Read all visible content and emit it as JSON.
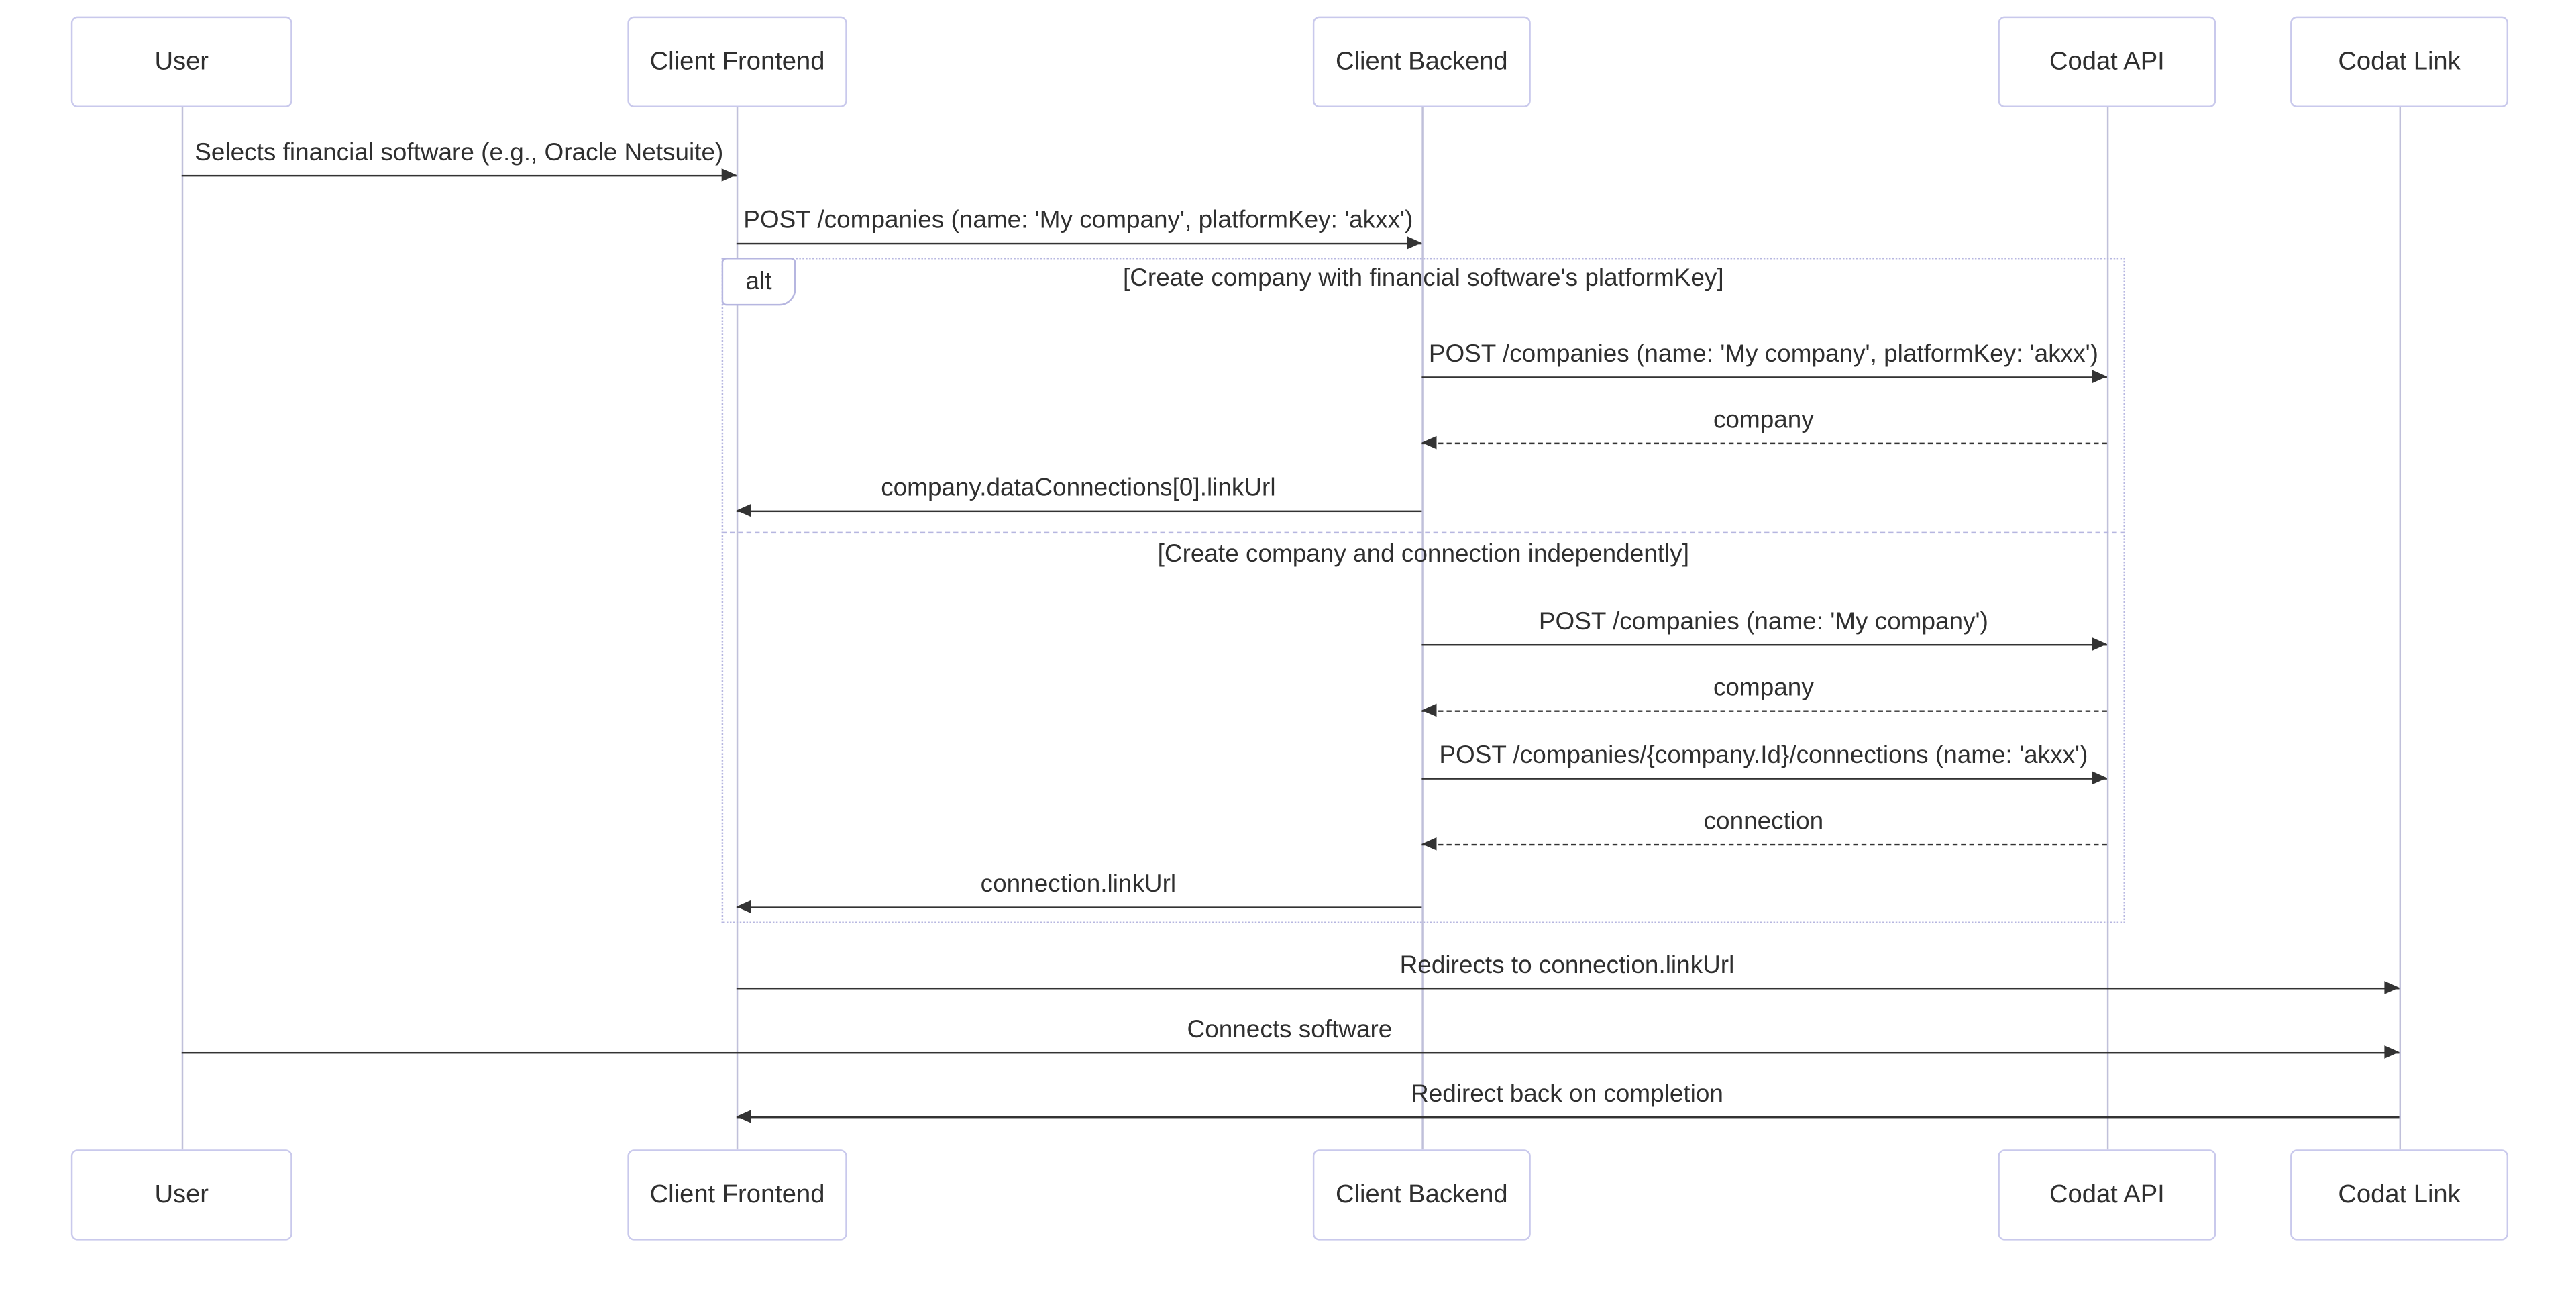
{
  "diagram": {
    "actors": [
      {
        "label": "User"
      },
      {
        "label": "Client Frontend"
      },
      {
        "label": "Client Backend"
      },
      {
        "label": "Codat API"
      },
      {
        "label": "Codat Link"
      }
    ],
    "messages": [
      {
        "label": "Selects financial software (e.g., Oracle Netsuite)"
      },
      {
        "label": "POST /companies (name: 'My company', platformKey: 'akxx')"
      },
      {
        "label": "POST /companies (name: 'My company', platformKey: 'akxx')"
      },
      {
        "label": "company"
      },
      {
        "label": "company.dataConnections[0].linkUrl"
      },
      {
        "label": "POST /companies (name: 'My company')"
      },
      {
        "label": "company"
      },
      {
        "label": "POST /companies/{company.Id}/connections (name: 'akxx')"
      },
      {
        "label": "connection"
      },
      {
        "label": "connection.linkUrl"
      },
      {
        "label": "Redirects to connection.linkUrl"
      },
      {
        "label": "Connects software"
      },
      {
        "label": "Redirect back on completion"
      }
    ],
    "alt_frame": {
      "label": "alt",
      "branch1": "[Create company with financial software's platformKey]",
      "branch2": "[Create company and connection independently]"
    },
    "colors": {
      "text": "#2f2f2f",
      "arrow": "#333333",
      "actor_fill": "#ffffff",
      "actor_border": "#c9c9ec",
      "lifeline": "#c0c0da",
      "frame_border": "#b6b6e0"
    }
  }
}
